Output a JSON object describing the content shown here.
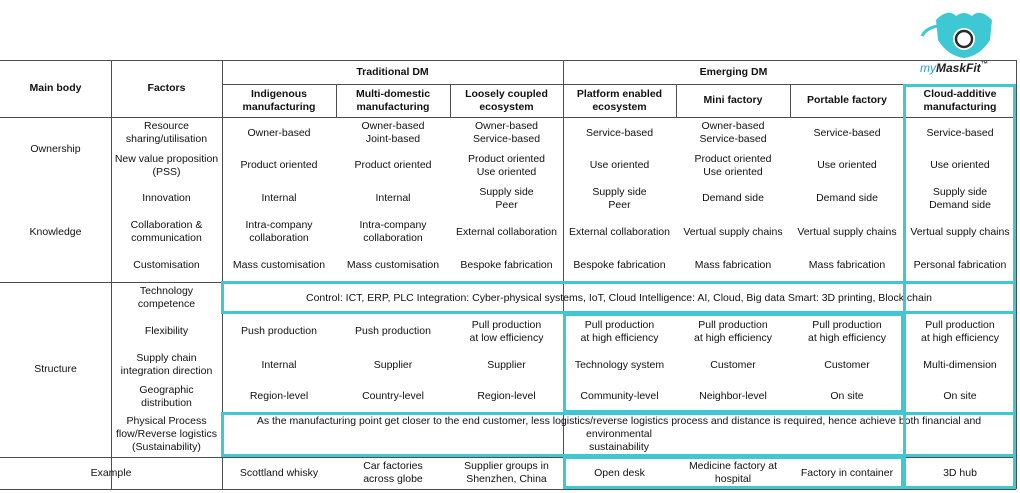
{
  "header": {
    "main_body": "Main body",
    "factors": "Factors",
    "traditional": "Traditional DM",
    "emerging": "Emerging DM",
    "columns": [
      "Indigenous\nmanufacturing",
      "Multi-domestic\nmanufacturing",
      "Loosely coupled\necosystem",
      "Platform enabled\necosystem",
      "Mini factory",
      "Portable factory",
      "Cloud-additive\nmanufacturing"
    ]
  },
  "logo": {
    "prefix": "my",
    "name": "MaskFit",
    "mark": "™",
    "icon": "mask-logo-icon"
  },
  "main_bodies": [
    "Ownership",
    "Knowledge",
    "Structure"
  ],
  "rows": [
    {
      "factor": "Resource\nsharing/utilisation",
      "values": [
        "Owner-based",
        "Owner-based\nJoint-based",
        "Owner-based\nService-based",
        "Service-based",
        "Owner-based\nService-based",
        "Service-based",
        "Service-based"
      ]
    },
    {
      "factor": "New value proposition\n(PSS)",
      "values": [
        "Product oriented",
        "Product oriented",
        "Product oriented\nUse oriented",
        "Use oriented",
        "Product oriented\nUse oriented",
        "Use oriented",
        "Use oriented"
      ]
    },
    {
      "factor": "Innovation",
      "values": [
        "Internal",
        "Internal",
        "Supply side\nPeer",
        "Supply side\nPeer",
        "Demand side",
        "Demand side",
        "Supply side\nDemand side"
      ]
    },
    {
      "factor": "Collaboration &\ncommunication",
      "values": [
        "Intra-company\ncollaboration",
        "Intra-company\ncollaboration",
        "External collaboration",
        "External collaboration",
        "Vertual supply chains",
        "Vertual supply chains",
        "Vertual supply chains"
      ]
    },
    {
      "factor": "Customisation",
      "values": [
        "Mass customisation",
        "Mass customisation",
        "Bespoke fabrication",
        "Bespoke fabrication",
        "Mass fabrication",
        "Mass fabrication",
        "Personal fabrication"
      ]
    },
    {
      "factor": "Technology\ncompetence",
      "span": "Control: ICT, ERP, PLC      Integration: Cyber-physical systems, IoT, Cloud      Intelligence: AI, Cloud, Big data      Smart: 3D printing, Block chain"
    },
    {
      "factor": "Flexibility",
      "values": [
        "Push production",
        "Push production",
        "Pull production\nat low efficiency",
        "Pull production\nat high efficiency",
        "Pull production\nat high efficiency",
        "Pull production\nat high efficiency",
        "Pull production\nat high efficiency"
      ]
    },
    {
      "factor": "Supply chain\nintegration direction",
      "values": [
        "Internal",
        "Supplier",
        "Supplier",
        "Technology system",
        "Customer",
        "Customer",
        "Multi-dimension"
      ]
    },
    {
      "factor": "Geographic distribution",
      "values": [
        "Region-level",
        "Country-level",
        "Region-level",
        "Community-level",
        "Neighbor-level",
        "On site",
        "On site"
      ]
    },
    {
      "factor": "Physical Process\nflow/Reverse logistics\n(Sustainability)",
      "span": "As the manufacturing point get closer to the end customer,  less logistics/reverse logistics process and distance is required, hence achieve both financial and environmental\nsustainability"
    },
    {
      "factor": "Example",
      "values": [
        "Scottland whisky",
        "Car factories\nacross globe",
        "Supplier groups in\nShenzhen, China",
        "Open desk",
        "Medicine factory at\nhospital",
        "Factory in container",
        "3D hub"
      ]
    }
  ],
  "colors": {
    "accent": "#3ec8d4",
    "line": "#4d4d4d"
  }
}
